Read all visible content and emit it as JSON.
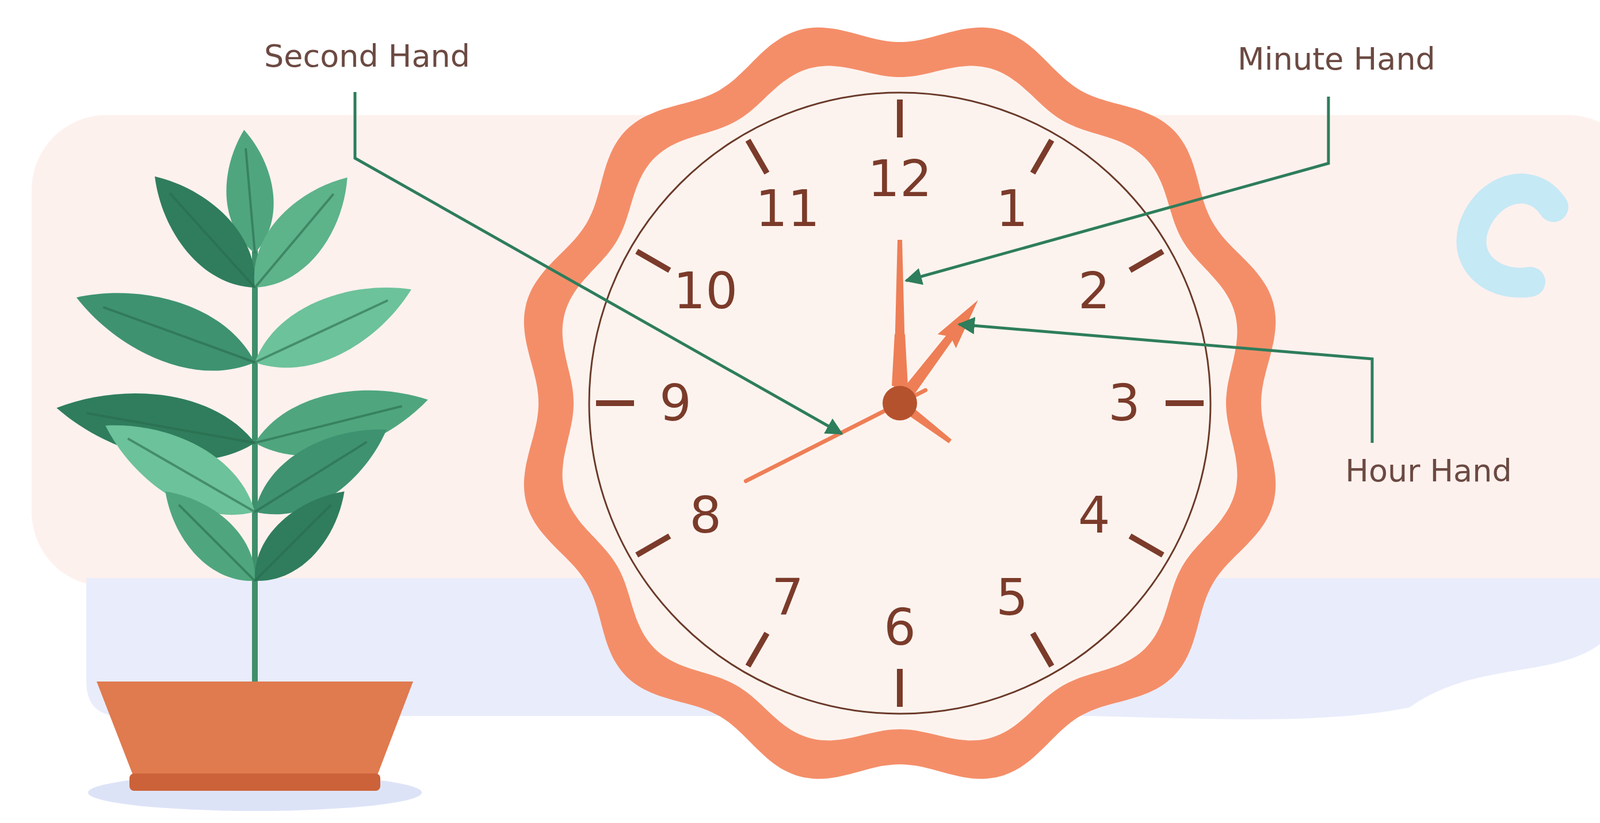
{
  "diagram": {
    "labels": [
      "Second Hand",
      "Minute Hand",
      "Hour Hand",
      "12",
      "1",
      "2",
      "3",
      "4",
      "5",
      "6",
      "7",
      "8",
      "9",
      "10",
      "11"
    ]
  }
}
